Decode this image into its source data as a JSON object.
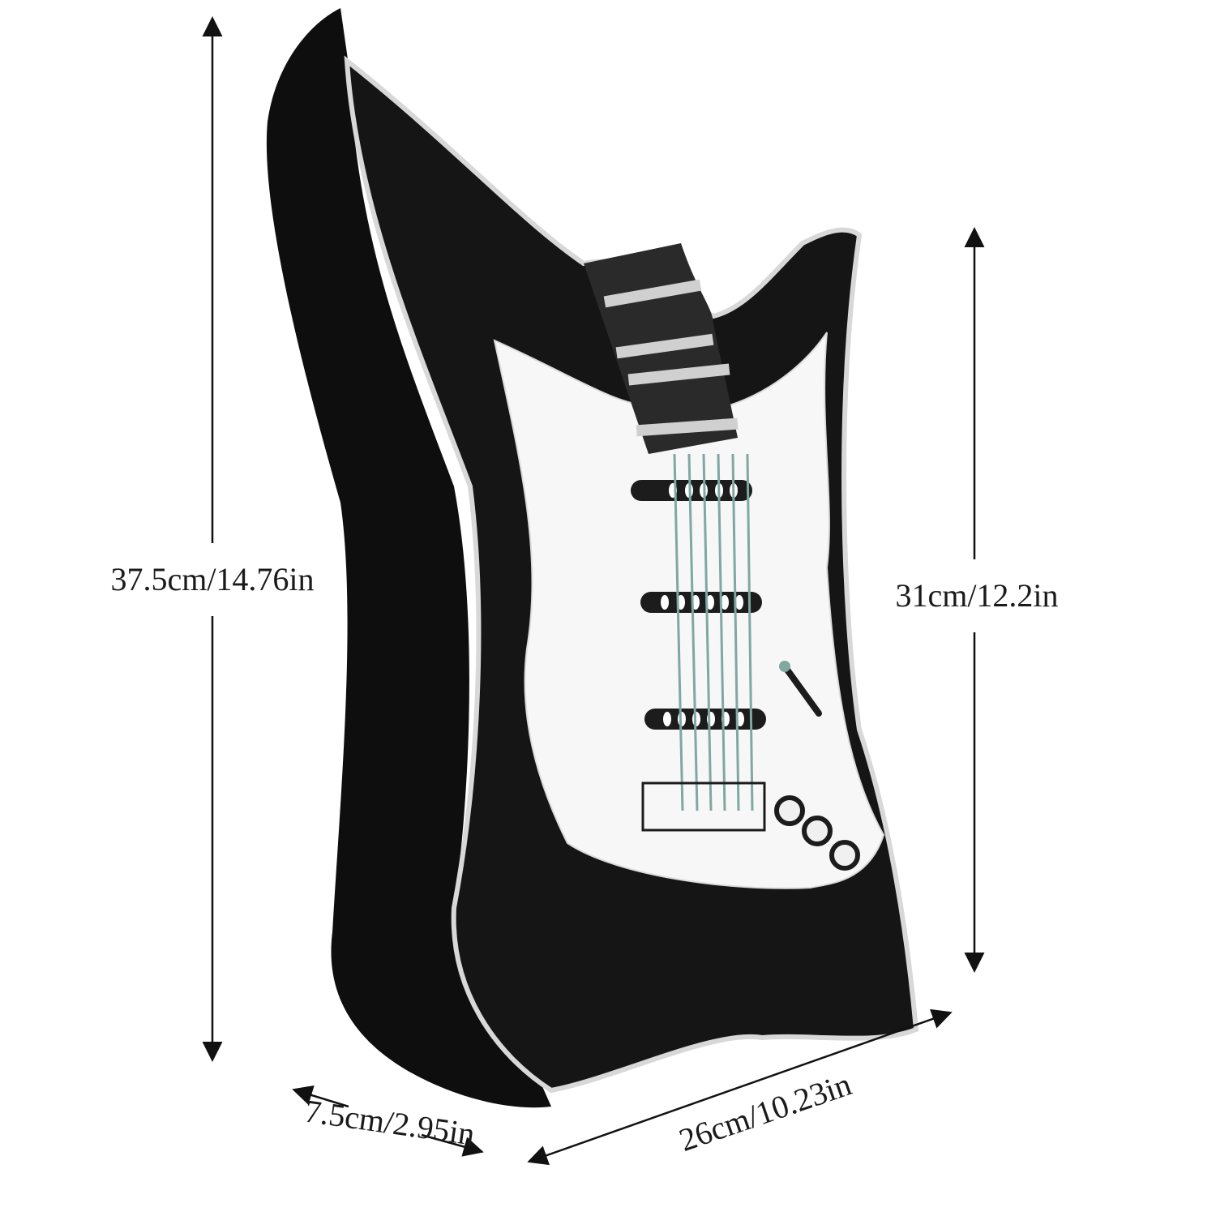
{
  "product": {
    "name_icon": "guitar-shaped-backpack",
    "colors": {
      "body": "#141414",
      "piping": "#d9d9d9",
      "pickguard": "#f7f7f7",
      "strings": "#7fa8a0",
      "pickup": "#1c1c1c"
    }
  },
  "dimensions": {
    "total_height": "37.5cm/14.76in",
    "body_height": "31cm/12.2in",
    "depth": "7.5cm/2.95in",
    "width": "26cm/10.23in"
  }
}
